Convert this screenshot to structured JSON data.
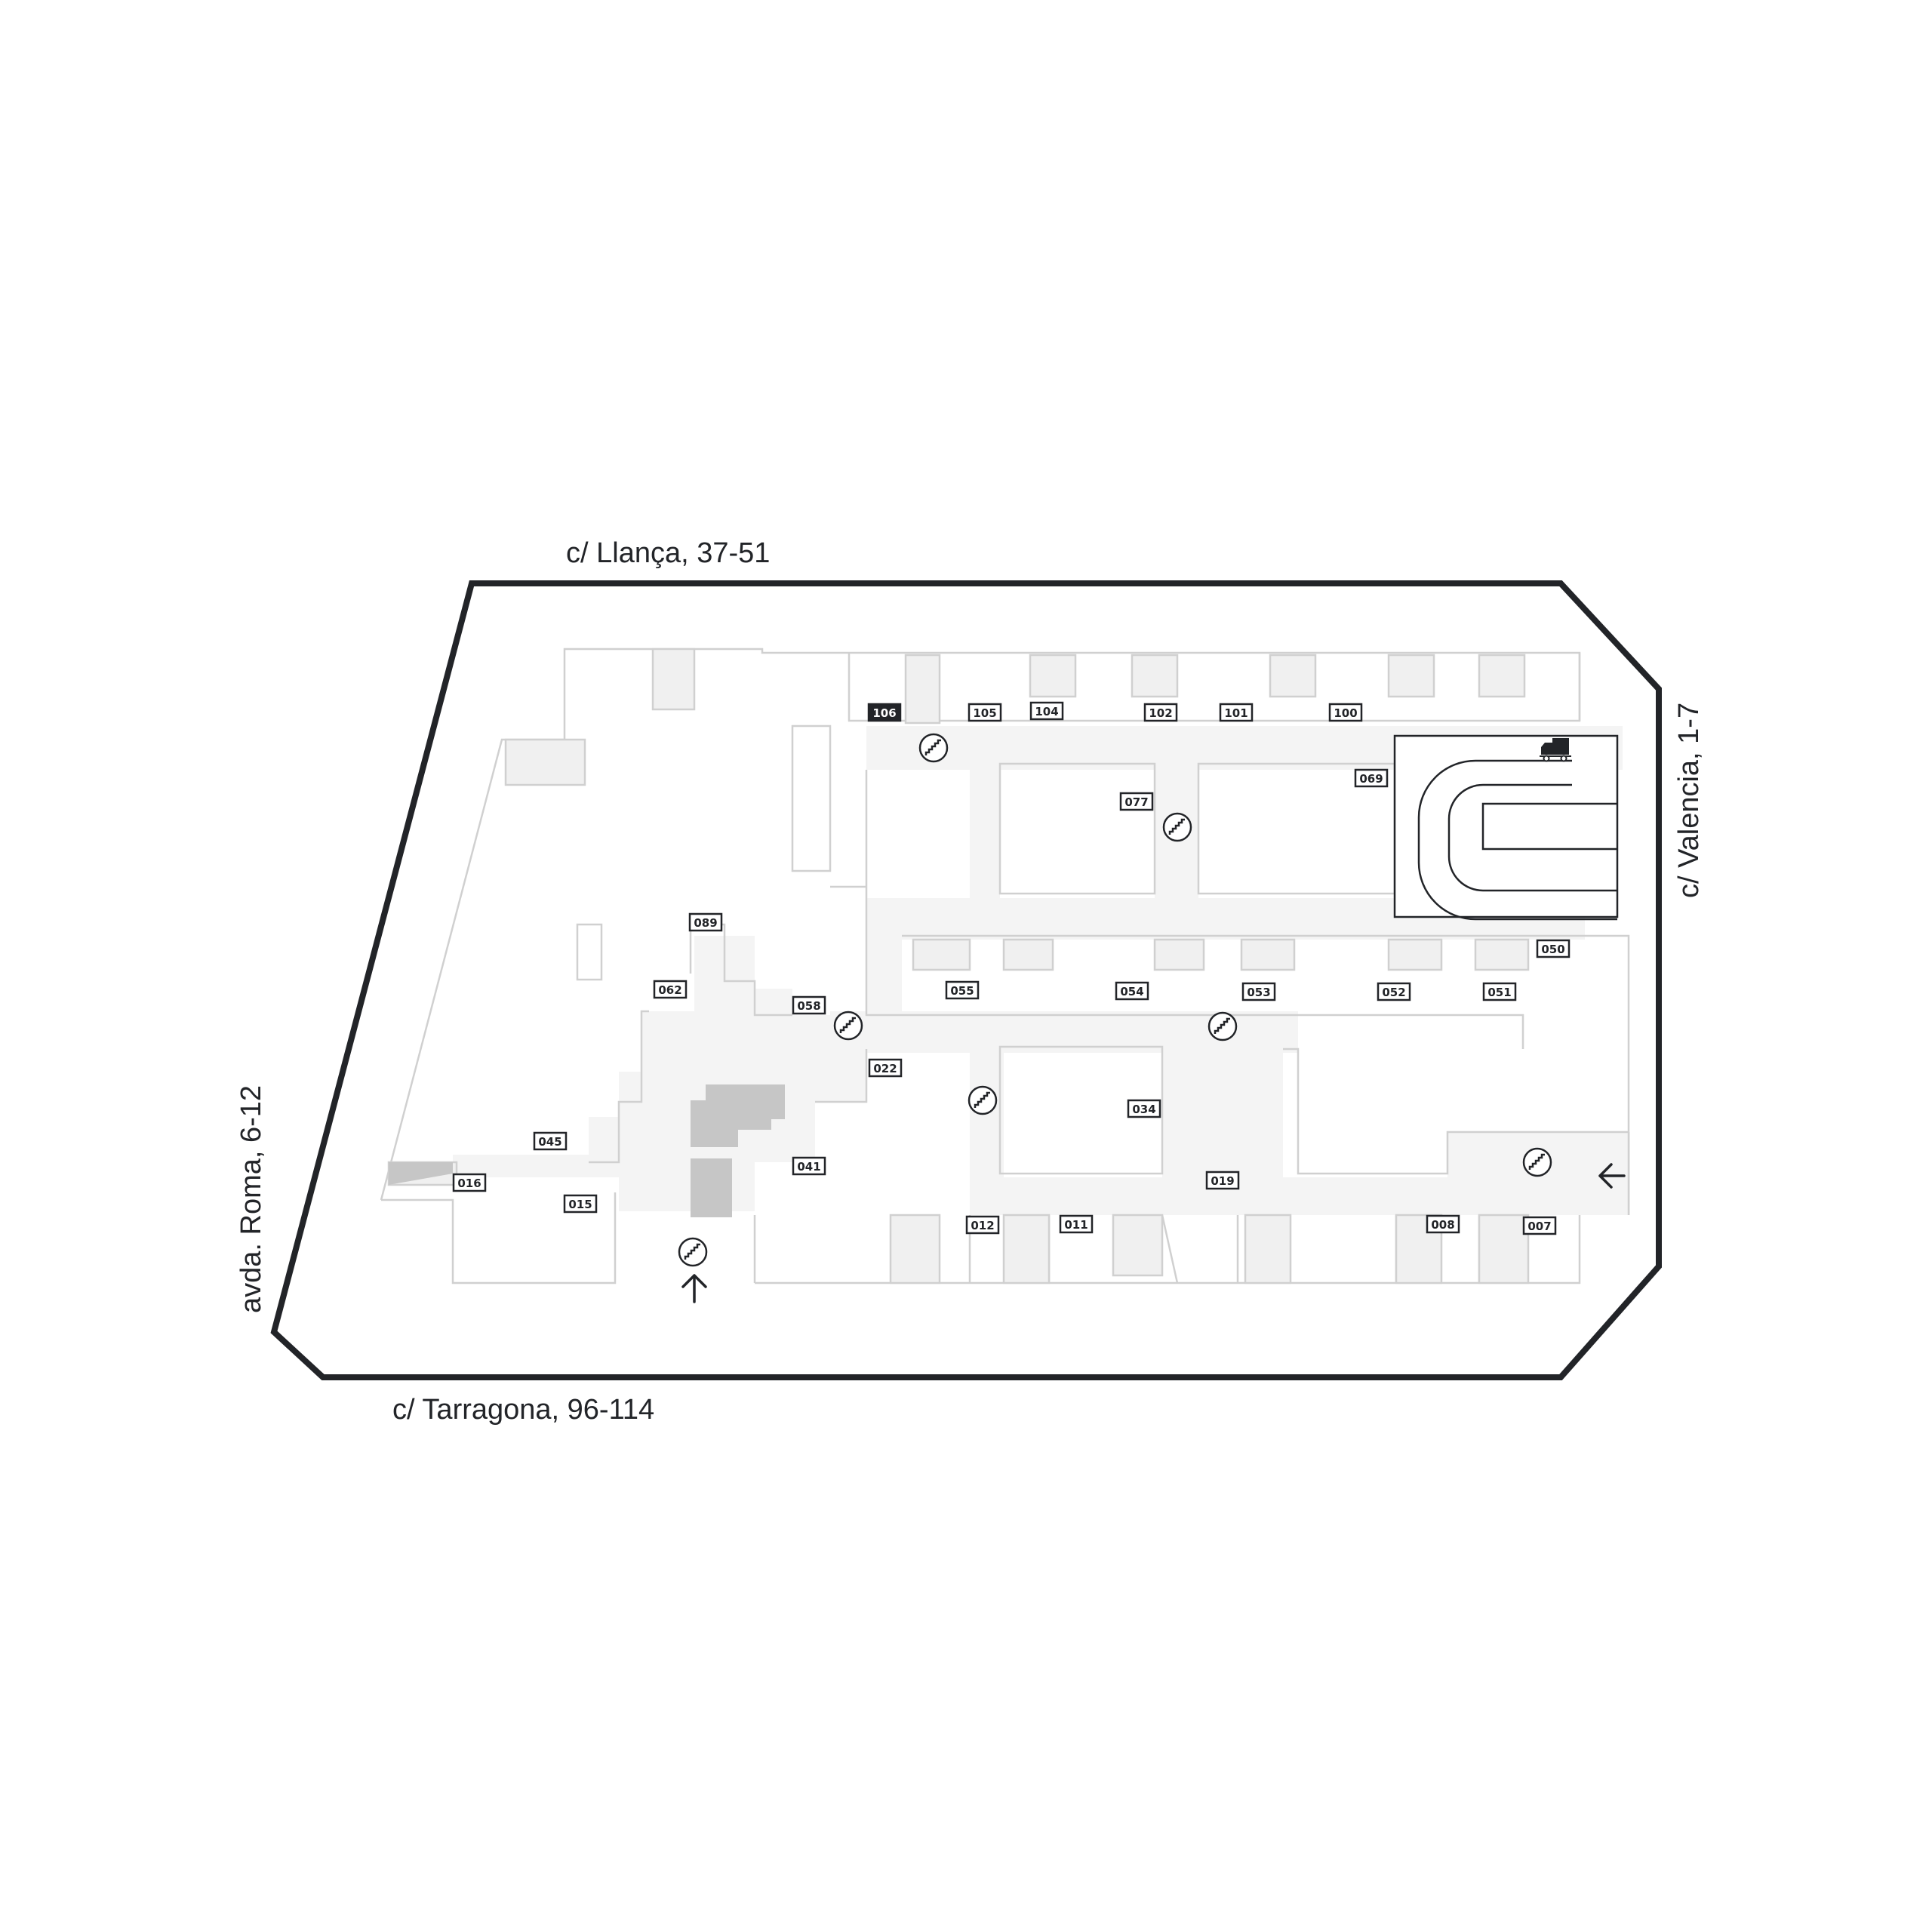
{
  "streets": {
    "north": "c/ Llança, 37-51",
    "south": "c/ Tarragona, 96-114",
    "west": "avda. Roma, 6-12",
    "east": "c/ Valencia, 1-7"
  },
  "units": [
    {
      "id": "106",
      "highlighted": true
    },
    {
      "id": "105"
    },
    {
      "id": "104"
    },
    {
      "id": "102"
    },
    {
      "id": "101"
    },
    {
      "id": "100"
    },
    {
      "id": "069"
    },
    {
      "id": "077"
    },
    {
      "id": "089"
    },
    {
      "id": "062"
    },
    {
      "id": "058"
    },
    {
      "id": "055"
    },
    {
      "id": "054"
    },
    {
      "id": "053"
    },
    {
      "id": "052"
    },
    {
      "id": "051"
    },
    {
      "id": "050"
    },
    {
      "id": "022"
    },
    {
      "id": "034"
    },
    {
      "id": "045"
    },
    {
      "id": "016"
    },
    {
      "id": "015"
    },
    {
      "id": "041"
    },
    {
      "id": "019"
    },
    {
      "id": "012"
    },
    {
      "id": "011"
    },
    {
      "id": "008"
    },
    {
      "id": "007"
    }
  ],
  "icons": {
    "stairs": "stairs-icon",
    "entrance": "entrance-arrow-icon",
    "loading": "truck-icon"
  },
  "colors": {
    "outline": "#222428",
    "walls": "#d0d0d0",
    "corridor": "#f4f4f4",
    "highlight": "#222428"
  }
}
